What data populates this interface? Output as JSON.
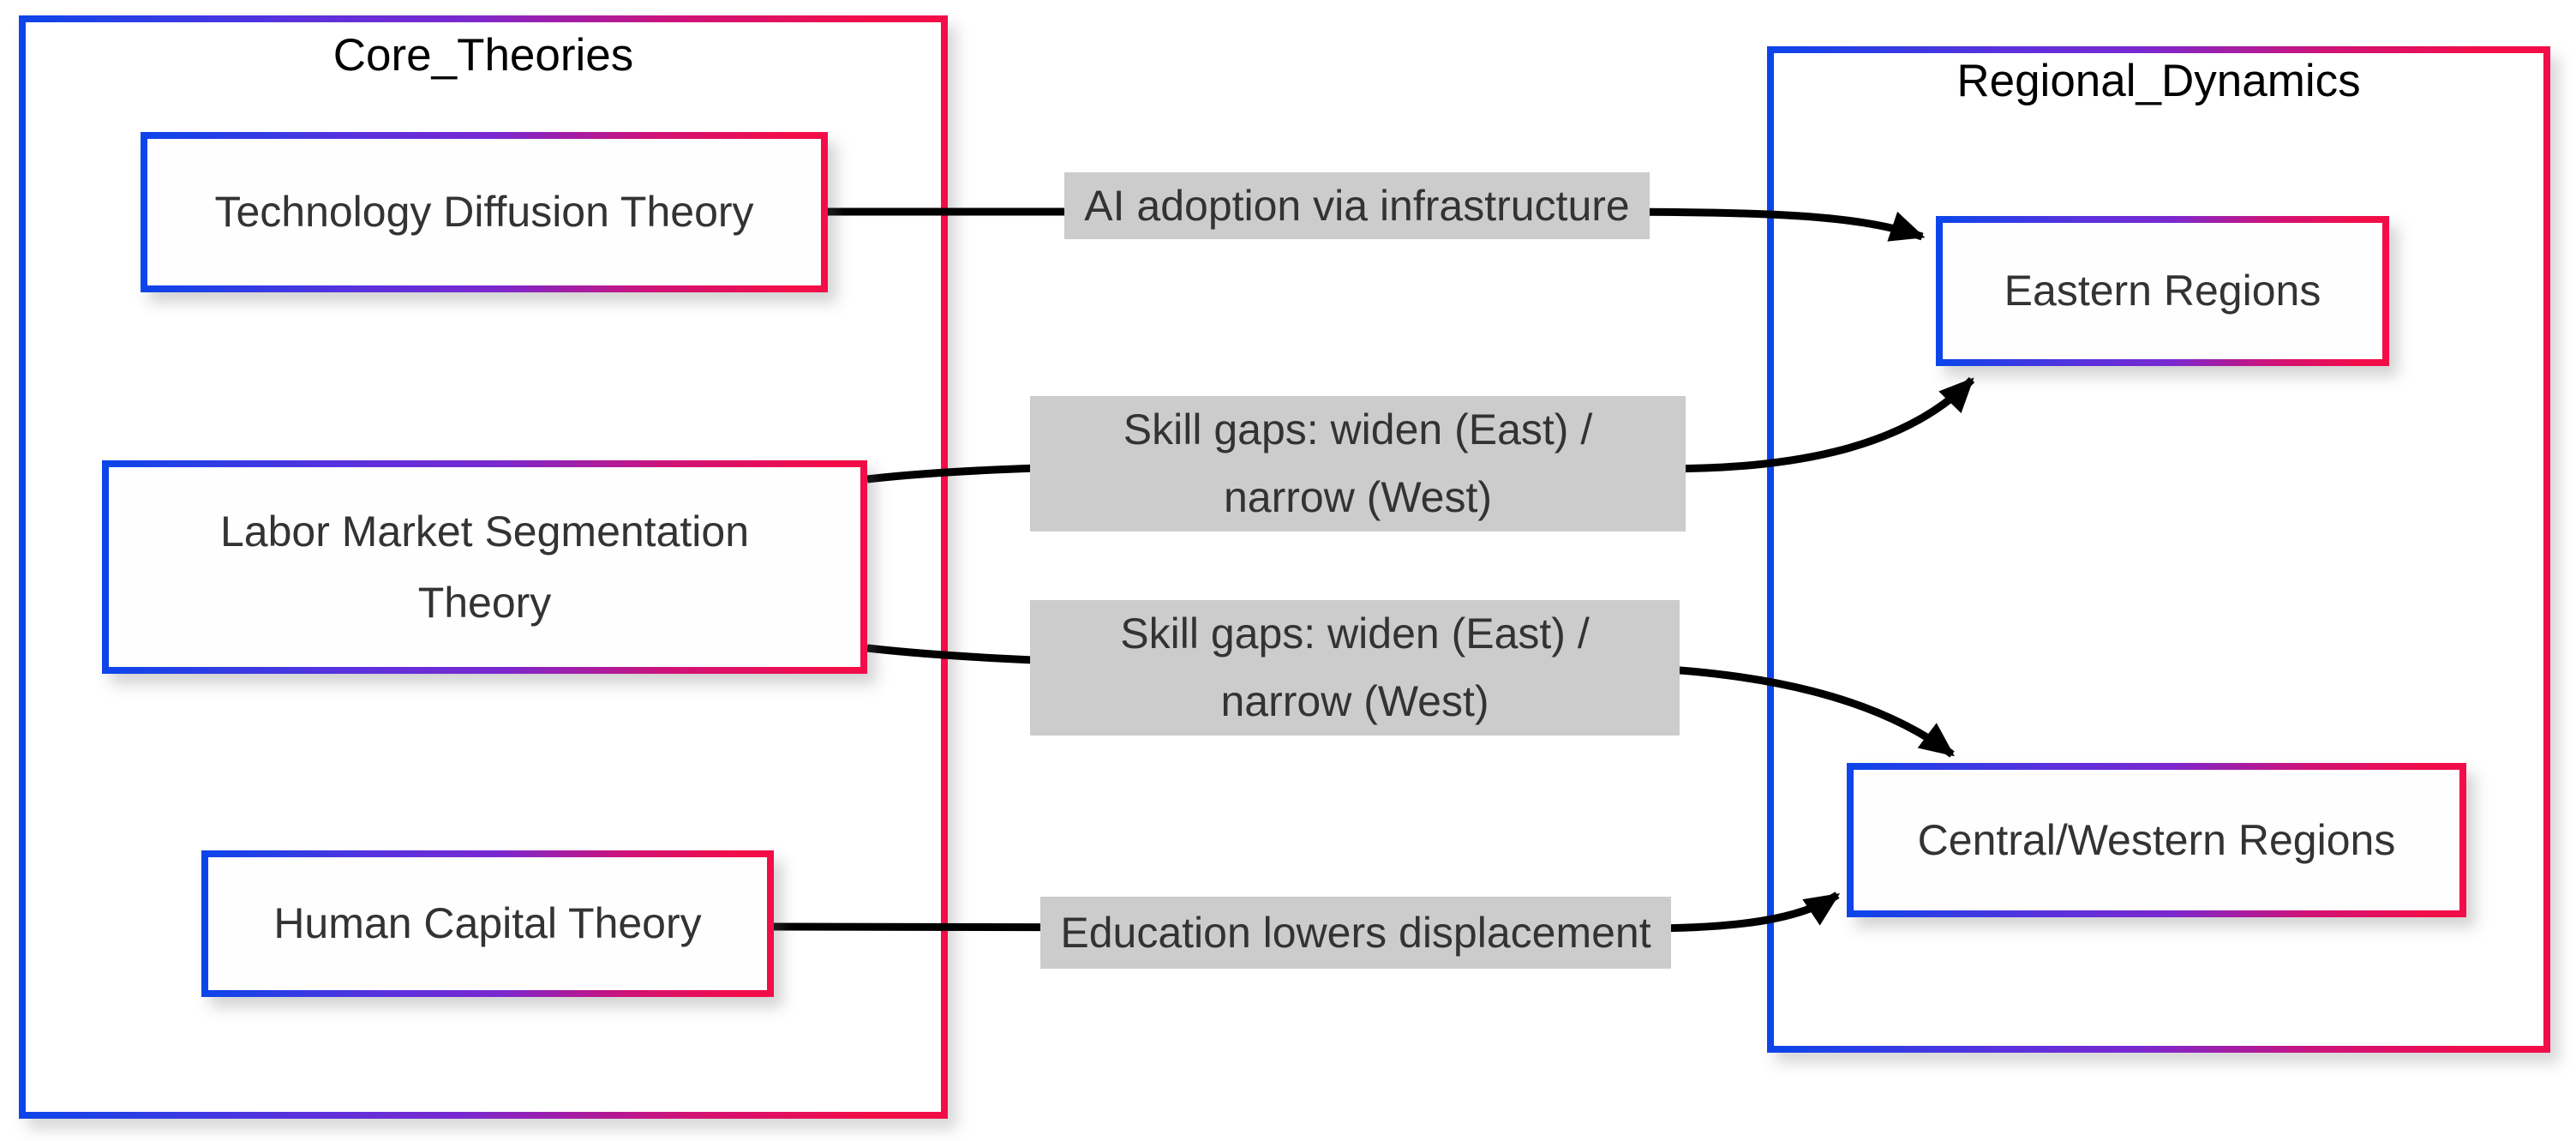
{
  "diagram": {
    "type": "flowchart",
    "background": "#ffffff",
    "edge_color": "#000000",
    "edge_label_bg": "#cccccc",
    "text_color": "#333333",
    "border_gradient": {
      "blue": "#0d45ea",
      "purple": "#7a28cf",
      "magenta": "#d01277",
      "red": "#f20d49"
    },
    "clusters": [
      {
        "id": "core",
        "title": "Core_Theories"
      },
      {
        "id": "regional",
        "title": "Regional_Dynamics"
      }
    ],
    "nodes": [
      {
        "id": "technology-diffusion",
        "cluster": "core",
        "label": "Technology Diffusion Theory"
      },
      {
        "id": "labor-market-segmentation",
        "cluster": "core",
        "label": "Labor Market Segmentation Theory"
      },
      {
        "id": "human-capital",
        "cluster": "core",
        "label": "Human Capital Theory"
      },
      {
        "id": "eastern-regions",
        "cluster": "regional",
        "label": "Eastern Regions"
      },
      {
        "id": "central-western-regions",
        "cluster": "regional",
        "label": "Central/Western Regions"
      }
    ],
    "edges": [
      {
        "from": "technology-diffusion",
        "to": "eastern-regions",
        "label": "AI adoption via infrastructure"
      },
      {
        "from": "labor-market-segmentation",
        "to": "eastern-regions",
        "label": "Skill gaps: widen (East) / narrow (West)"
      },
      {
        "from": "labor-market-segmentation",
        "to": "central-western-regions",
        "label": "Skill gaps: widen (East) / narrow (West)"
      },
      {
        "from": "human-capital",
        "to": "central-western-regions",
        "label": "Education lowers displacement"
      }
    ]
  }
}
